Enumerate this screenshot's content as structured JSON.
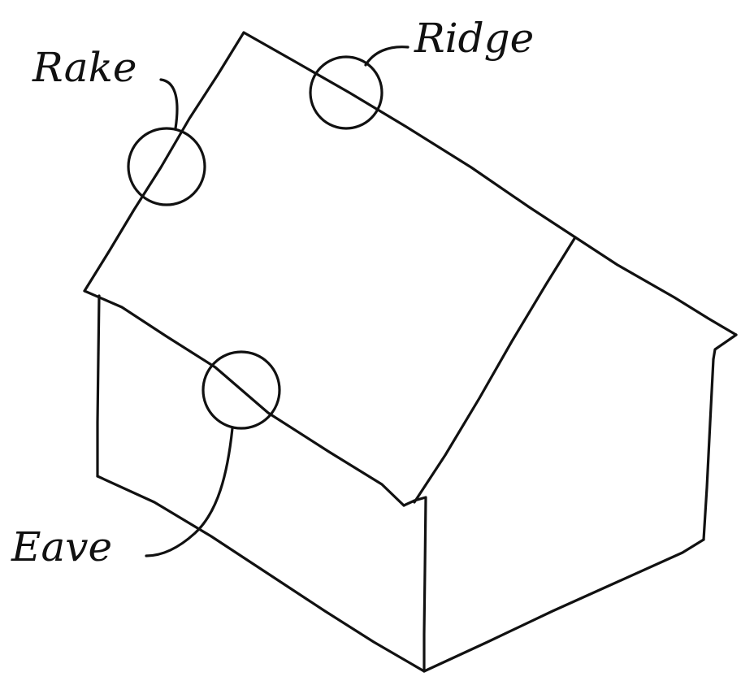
{
  "labels": {
    "rake": "Rake",
    "ridge": "Ridge",
    "eave": "Eave"
  },
  "colors": {
    "ink": "#111111",
    "background": "#ffffff"
  }
}
